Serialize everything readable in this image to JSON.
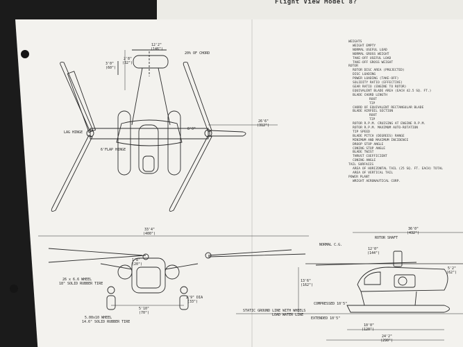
{
  "header": {
    "title": "Flight View Model 8?"
  },
  "top_view": {
    "span_dim": "12'2\"",
    "span_dim_sub": "(146\")",
    "chord_note": "20% OF CHORD",
    "left_dim": "3'0\"",
    "left_dim_sub": "(60\")",
    "inner_dim": "2'8\"",
    "inner_dim_sub": "(32\")",
    "gap_dim": "8'0\"",
    "blade_dim": "26'6\"",
    "blade_dim_sub": "(312\")",
    "lag_hinge": "LAG HINGE",
    "flap_hinge": "6'FLAP HINGE"
  },
  "front_view": {
    "width_dim": "33'4\"",
    "width_dim_sub": "(400\")",
    "height_dim": "1'8\"",
    "height_dim_sub": "(20\")",
    "tail_wheel_dim": "2'9\" DIA",
    "tail_wheel_dim_sub": "(33\")",
    "wheel_note_1": "26 x 6.6 WHEEL",
    "tire_note_1": "18\" SOLID RUBBER TIRE",
    "wheel_note_2": "5.00x10 WHEEL",
    "tire_note_2": "14.6\" SOLID RUBBER TIRE",
    "base_dim": "5'10\"",
    "base_dim_sub": "(70\")"
  },
  "side_view": {
    "normal_cg": "NORMAL C.G.",
    "rotor_shaft": "ROTOR SHAFT",
    "length_dim": "36'0\"",
    "length_dim_sub": "(432\")",
    "rotor_offset": "12'0\"",
    "rotor_offset_sub": "(144\")",
    "height_dim": "13'6\"",
    "height_dim_sub": "(162\")",
    "compressed": "COMPRESSED 10'5\"",
    "extended": "EXTENDED 10'5\"",
    "ground_line": "STATIC GROUND LINE WITH WHEELS",
    "water_line": "LOAD WATER LINE",
    "wheelbase": "10'0\"",
    "wheelbase_sub": "(120\")",
    "overall": "24'2\"",
    "overall_sub": "(290\")",
    "right_dim": "5'2\"",
    "right_dim_sub": "(62\")"
  },
  "specs": [
    {
      "level": "section",
      "text": "WEIGHTS"
    },
    {
      "level": "l1",
      "text": "WEIGHT EMPTY"
    },
    {
      "level": "l1",
      "text": "NORMAL USEFUL LOAD"
    },
    {
      "level": "l1",
      "text": "NORMAL GROSS WEIGHT"
    },
    {
      "level": "l1",
      "text": "TAKE-OFF USEFUL LOAD"
    },
    {
      "level": "l1",
      "text": "TAKE-OFF GROSS WEIGHT"
    },
    {
      "level": "section",
      "text": "ROTOR"
    },
    {
      "level": "l1",
      "text": "ROTOR DISC AREA (PROJECTED)"
    },
    {
      "level": "l1",
      "text": "DISC LOADING"
    },
    {
      "level": "l1",
      "text": "POWER LOADING (TAKE-OFF)"
    },
    {
      "level": "l1",
      "text": "SOLIDITY RATIO (EFFECTIVE)"
    },
    {
      "level": "l1",
      "text": "GEAR RATIO (ENGINE TO ROTOR)"
    },
    {
      "level": "l1",
      "text": "EQUIVALENT BLADE AREA (EACH 42.5 SQ. FT.)"
    },
    {
      "level": "l1",
      "text": "BLADE CHORD LENGTH"
    },
    {
      "level": "l3",
      "text": "ROOT"
    },
    {
      "level": "l3",
      "text": "TIP"
    },
    {
      "level": "l1",
      "text": "CHORD OF EQUIVALENT RECTANGULAR BLADE"
    },
    {
      "level": "l1",
      "text": "BLADE AIRFOIL SECTION"
    },
    {
      "level": "l3",
      "text": "ROOT"
    },
    {
      "level": "l3",
      "text": "TIP"
    },
    {
      "level": "l1",
      "text": "ROTOR R.P.M. CRUISING AT ENGINE R.P.M."
    },
    {
      "level": "l1",
      "text": "ROTOR R.P.M. MAXIMUM AUTO-ROTATION"
    },
    {
      "level": "l1",
      "text": "TIP SPEED"
    },
    {
      "level": "l1",
      "text": "BLADE PITCH (DEGREES) RANGE"
    },
    {
      "level": "l1",
      "text": "MINIMUM AND MAXIMUM INCIDENCE"
    },
    {
      "level": "l1",
      "text": "DROOP STOP ANGLE"
    },
    {
      "level": "l1",
      "text": "CONING STOP ANGLE"
    },
    {
      "level": "l1",
      "text": "BLADE TWIST"
    },
    {
      "level": "l1",
      "text": "THRUST COEFFICIENT"
    },
    {
      "level": "l1",
      "text": "CONING ANGLE"
    },
    {
      "level": "section",
      "text": "TAIL SURFACES"
    },
    {
      "level": "l1",
      "text": "AREA OF HORIZONTAL TAIL (25 SQ. FT. EACH) TOTAL"
    },
    {
      "level": "l1",
      "text": "AREA OF VERTICAL TAIL"
    },
    {
      "level": "section",
      "text": "POWER PLANT"
    },
    {
      "level": "l1",
      "text": "WRIGHT AERONAUTICAL CORP."
    }
  ]
}
